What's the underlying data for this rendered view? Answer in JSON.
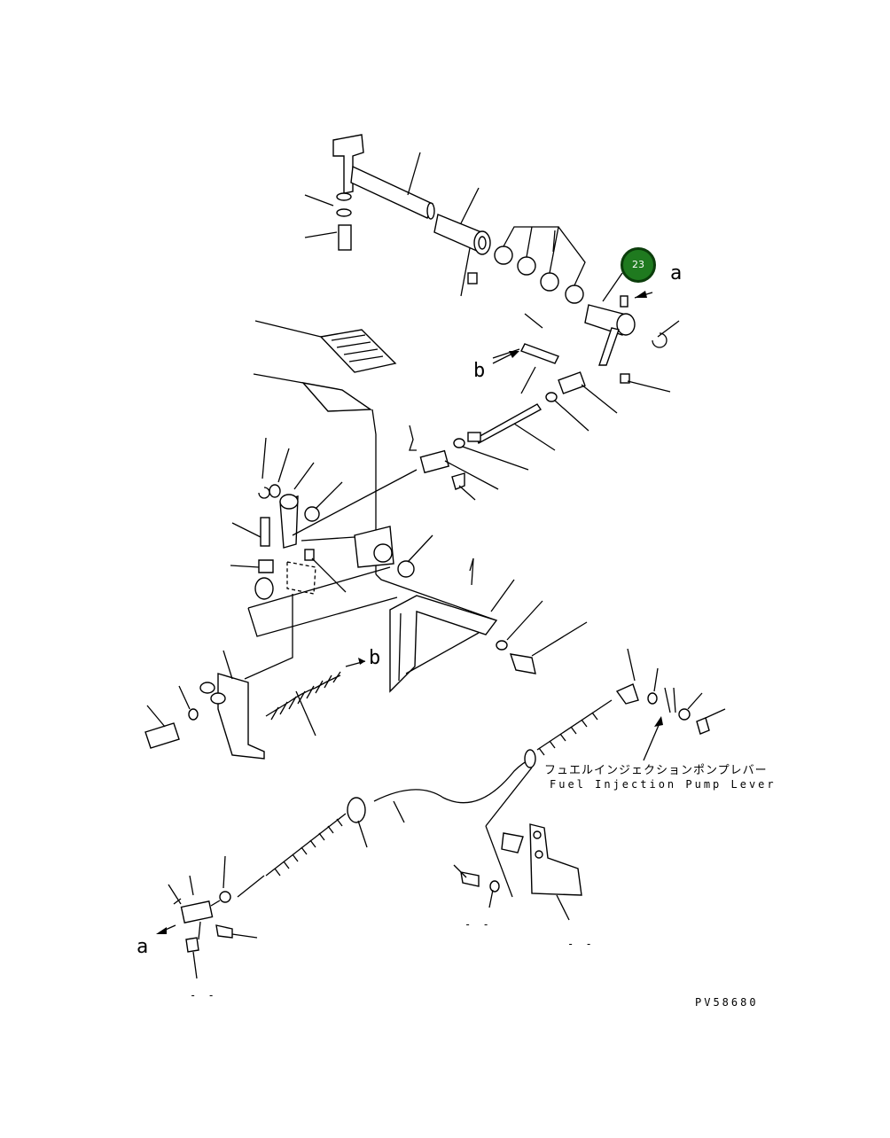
{
  "callout": {
    "number": "23",
    "color": "#1f7a1f"
  },
  "labels": {
    "a_top": "a",
    "b_mid": "b",
    "b_arrow": "b",
    "a_bottom": "a",
    "lever_jp": "フュエルインジェクションポンプレバー",
    "lever_en": "Fuel Injection Pump Lever",
    "code": "PV58680",
    "dash_1": "- -",
    "dash_2": "- -",
    "dash_3": "- -"
  }
}
